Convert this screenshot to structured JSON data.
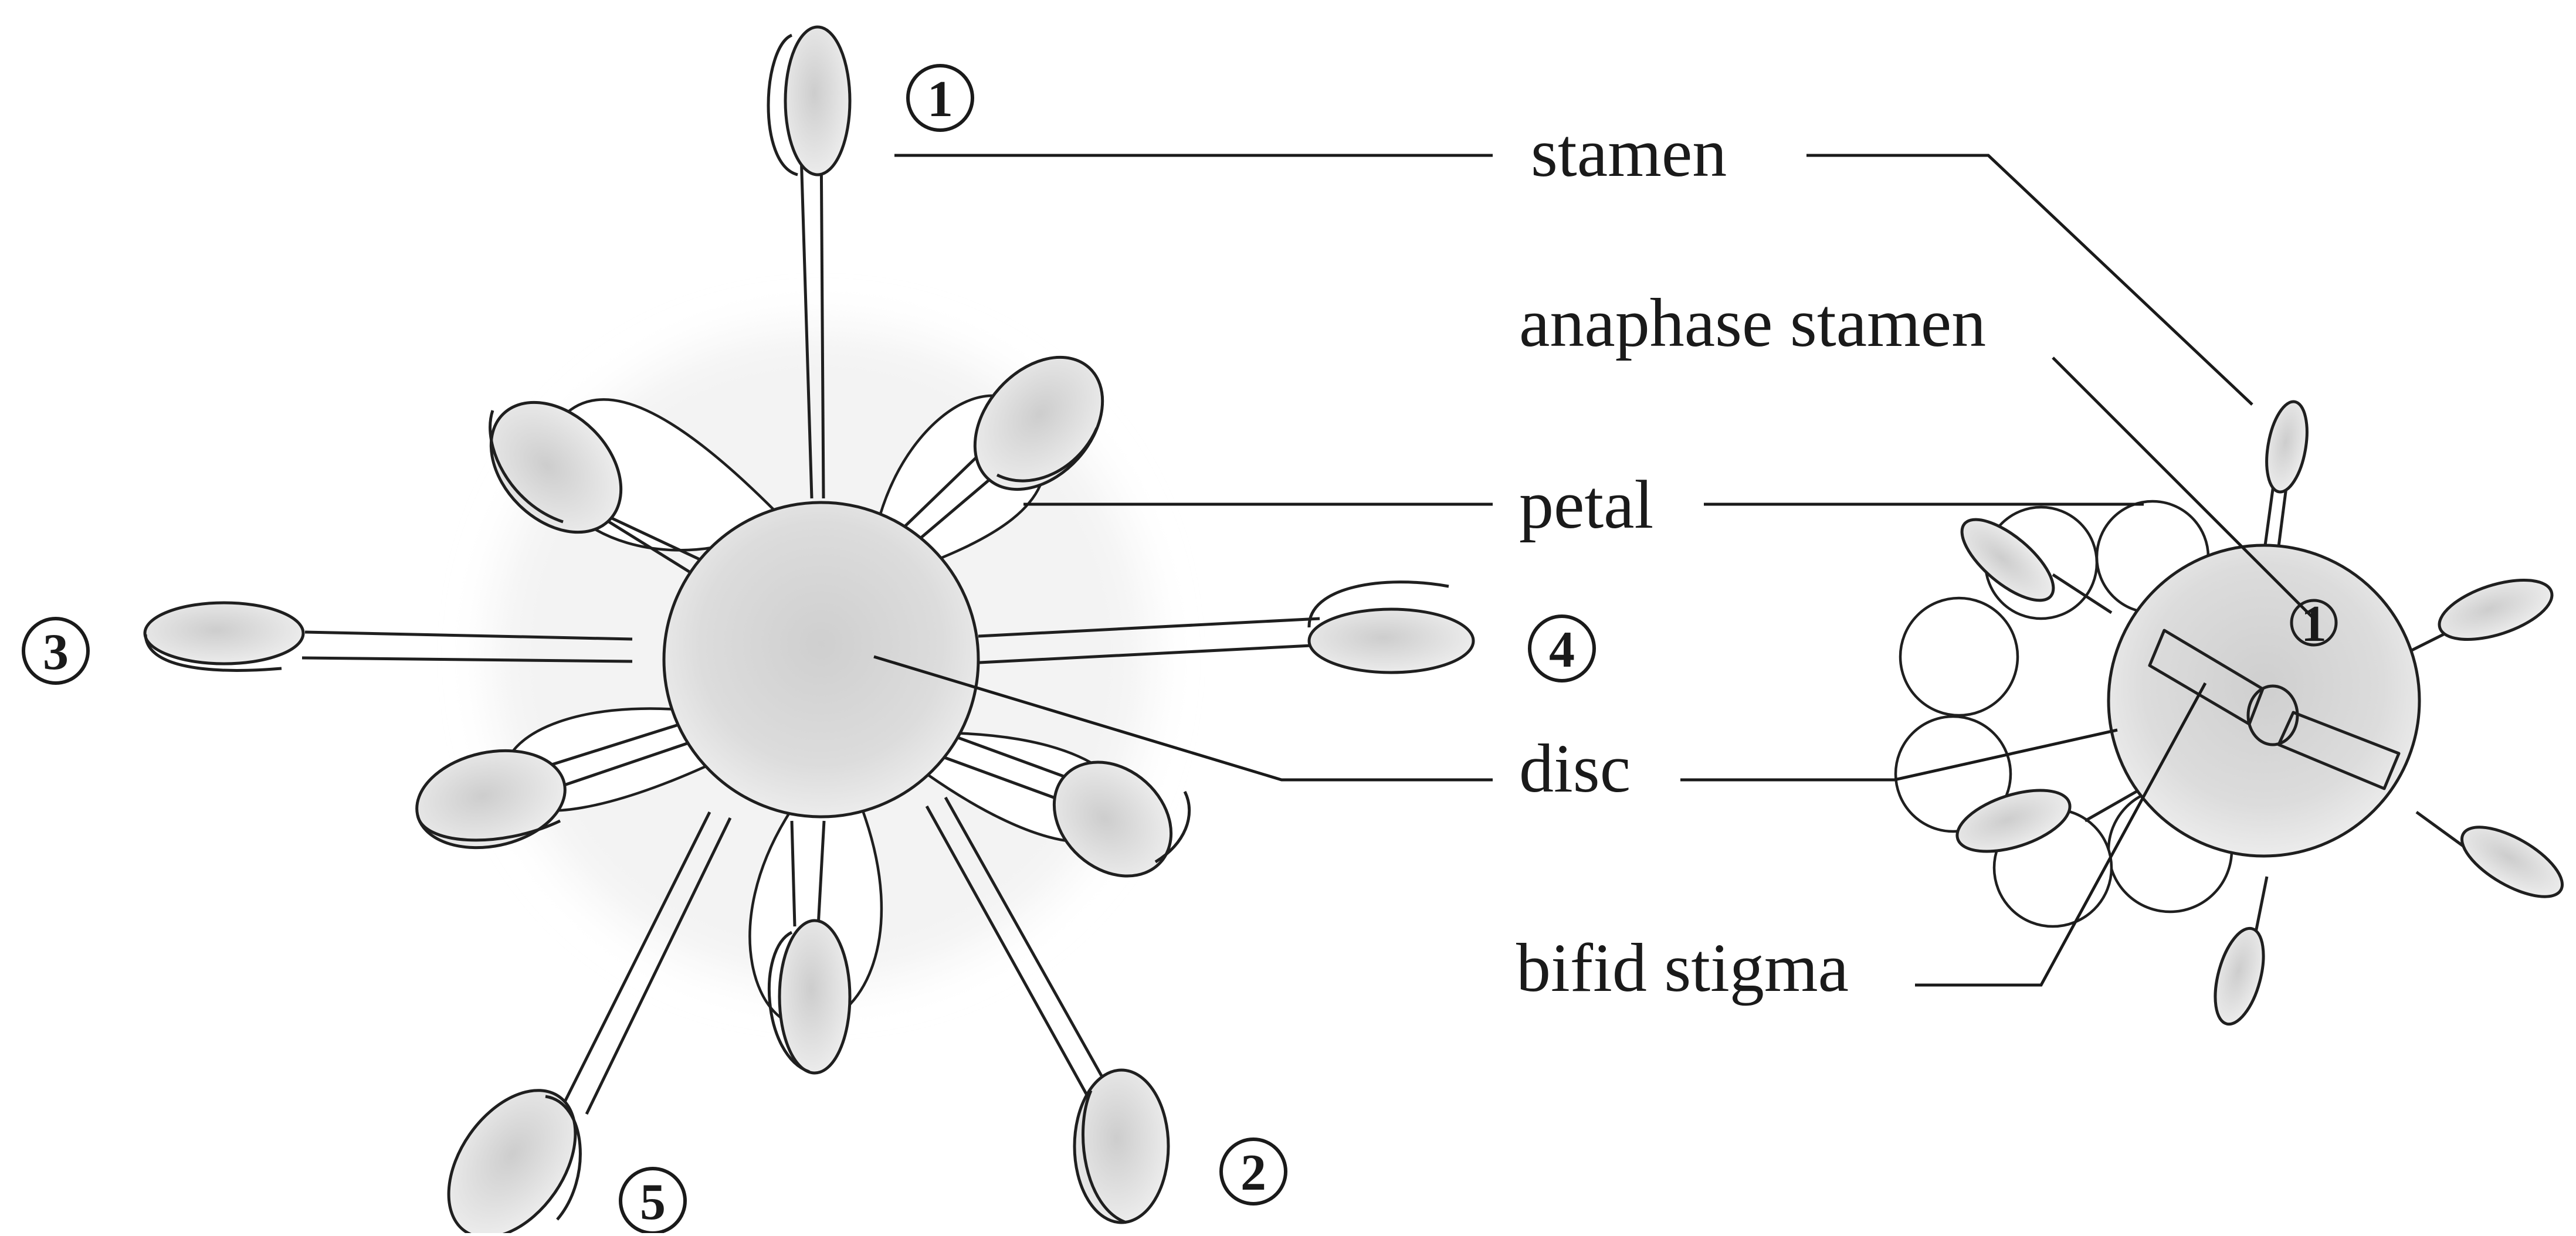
{
  "labels": {
    "stamen": "stamen",
    "anaphase_stamen": "anaphase stamen",
    "petal": "petal",
    "disc": "disc",
    "bifid_stigma": "bifid stigma"
  },
  "markers": {
    "m1": "1",
    "m2": "2",
    "m3": "3",
    "m4": "4",
    "m5": "5",
    "small_m1": "1"
  },
  "colors": {
    "line": "#1a1a1a",
    "fill_gray": "#d9d9d9",
    "background": "#ffffff"
  }
}
